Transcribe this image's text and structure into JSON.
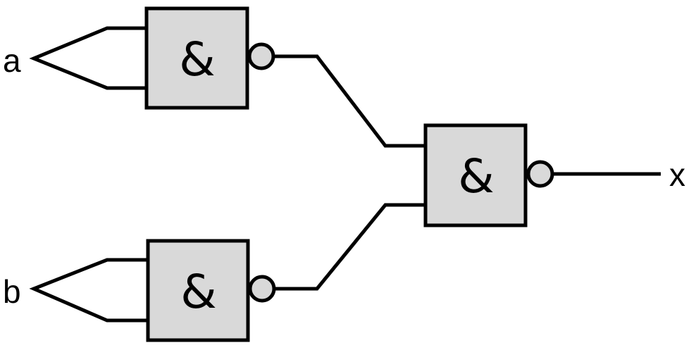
{
  "diagram": {
    "type": "logic-circuit",
    "colors": {
      "gate_fill": "#d9d9d9",
      "stroke": "#000000"
    },
    "inputs": [
      {
        "label": "a"
      },
      {
        "label": "b"
      }
    ],
    "output": {
      "label": "x"
    },
    "gates": [
      {
        "id": "g1",
        "symbol": "&",
        "type": "NAND",
        "inputs": [
          "a",
          "a"
        ]
      },
      {
        "id": "g2",
        "symbol": "&",
        "type": "NAND",
        "inputs": [
          "b",
          "b"
        ]
      },
      {
        "id": "g3",
        "symbol": "&",
        "type": "NAND",
        "inputs": [
          "g1",
          "g2"
        ]
      }
    ]
  }
}
